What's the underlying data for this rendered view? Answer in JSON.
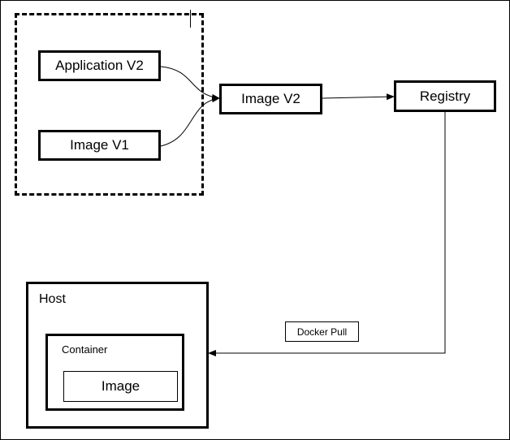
{
  "nodes": {
    "application_v2": "Application V2",
    "image_v1": "Image V1",
    "image_v2": "Image V2",
    "registry": "Registry",
    "host": "Host",
    "container": "Container",
    "image": "Image"
  },
  "edges": {
    "docker_pull": "Docker Pull"
  }
}
